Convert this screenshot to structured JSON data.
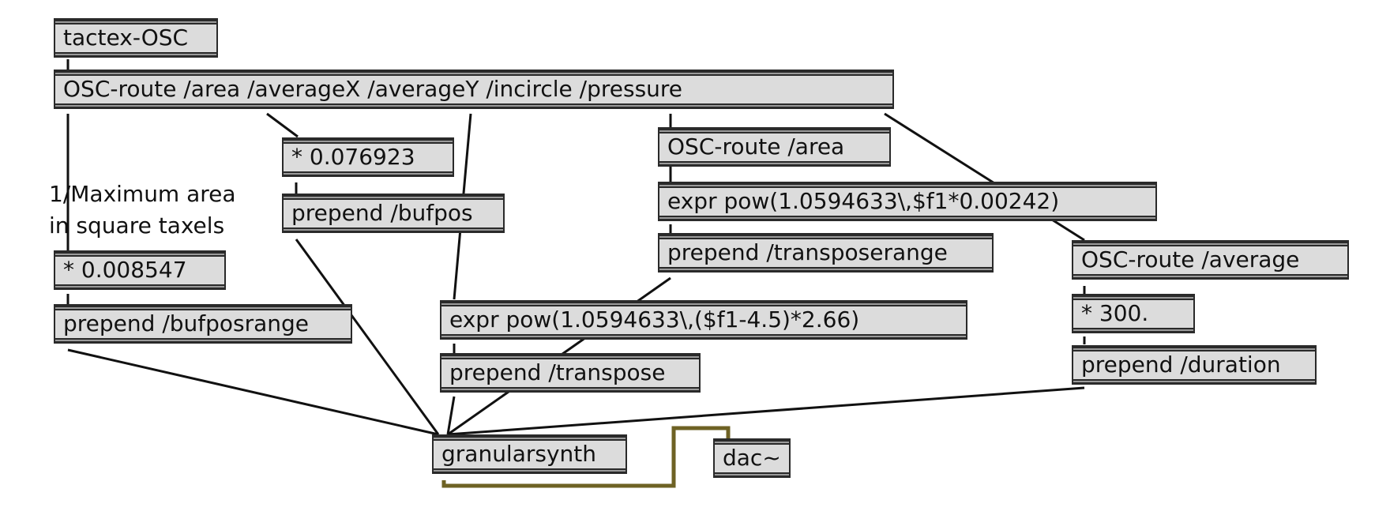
{
  "objects": {
    "tactex": "tactex-OSC",
    "route_main": "OSC-route /area /averageX /averageY /incircle /pressure",
    "mult_bufpos": "* 0.076923",
    "prepend_bufpos": "prepend /bufpos",
    "mult_area": "* 0.008547",
    "prepend_bufposrange": "prepend /bufposrange",
    "route_area": "OSC-route /area",
    "expr_area": "expr pow(1.0594633\\,$f1*0.00242)",
    "prepend_transposerange": "prepend /transposerange",
    "expr_y": "expr pow(1.0594633\\,($f1-4.5)*2.66)",
    "prepend_transpose": "prepend /transpose",
    "route_average": "OSC-route /average",
    "mult_300": "* 300.",
    "prepend_duration": "prepend /duration",
    "granularsynth": "granularsynth",
    "dac": "dac~"
  },
  "comments": {
    "max_area_line1": "1/Maximum area",
    "max_area_line2": "in square taxels"
  },
  "colors": {
    "control_cord": "#111111",
    "signal_cord": "#6e6224",
    "box_fill": "#dcdcdc",
    "box_border": "#2a2a2a"
  }
}
